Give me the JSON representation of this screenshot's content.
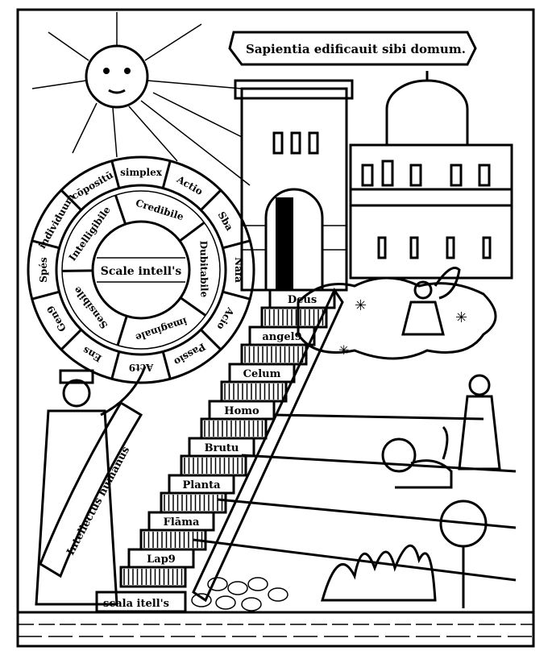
{
  "banner": "Sapientia edificauit sibi domum.",
  "wheel": {
    "center": "Scale intell's",
    "inner": [
      "Credibile",
      "Dubitabile",
      "imaginale",
      "Sensibile",
      "Intelligibile"
    ],
    "outer": [
      "simplex",
      "Actio",
      "Sba",
      "Nafa",
      "Acio",
      "Passio",
      "Act9",
      "Ens",
      "Gen9",
      "Spés",
      "individuum",
      "cōpositū"
    ]
  },
  "steps": [
    "Deus",
    "angel9",
    "Celum",
    "Homo",
    "Brutu",
    "Planta",
    "Flāma",
    "Lap9"
  ],
  "ladder_label": "scala itell's",
  "scroll": "Intellectus humanus",
  "colors": {
    "ink": "#000000",
    "paper": "#ffffff"
  }
}
